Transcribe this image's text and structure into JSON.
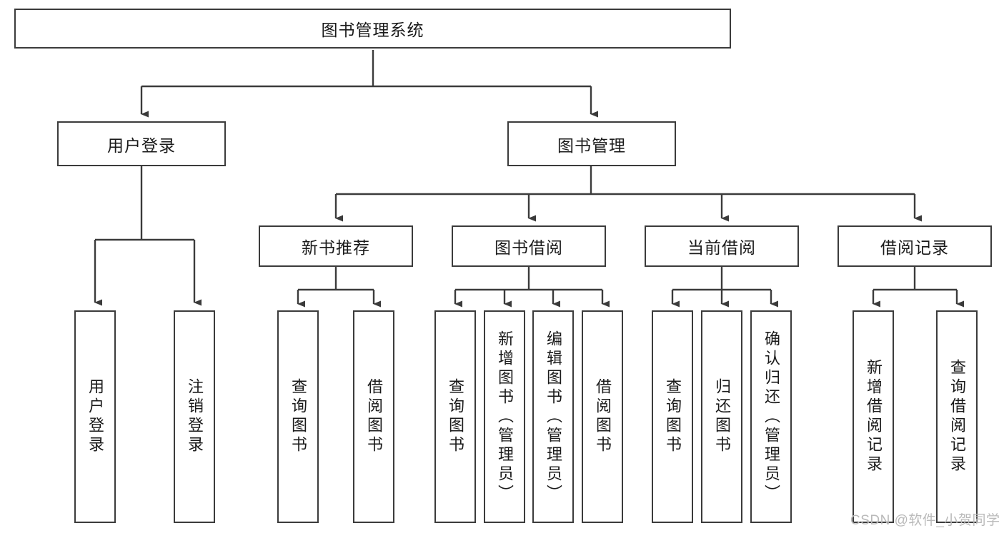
{
  "diagram": {
    "title": "图书管理系统",
    "type": "hierarchy-tree",
    "levels": 4,
    "colors": {
      "box_border": "#3b3b3b",
      "box_fill": "#ffffff",
      "connector": "#3b3b3b",
      "text": "#1a1a1a",
      "watermark": "#b9b9b9",
      "background": "#ffffff"
    },
    "root": {
      "label": "图书管理系统"
    },
    "level2": [
      {
        "label": "用户登录"
      },
      {
        "label": "图书管理"
      }
    ],
    "level3": [
      {
        "label": "新书推荐"
      },
      {
        "label": "图书借阅"
      },
      {
        "label": "当前借阅"
      },
      {
        "label": "借阅记录"
      }
    ],
    "leaves": {
      "user_login": [
        {
          "label": "用户登录"
        },
        {
          "label": "注销登录"
        }
      ],
      "new_book_recommend": [
        {
          "label": "查询图书"
        },
        {
          "label": "借阅图书"
        }
      ],
      "book_borrow": [
        {
          "label": "查询图书"
        },
        {
          "label": "新增图书（管理员）"
        },
        {
          "label": "编辑图书（管理员）"
        },
        {
          "label": "借阅图书"
        }
      ],
      "current_borrow": [
        {
          "label": "查询图书"
        },
        {
          "label": "归还图书"
        },
        {
          "label": "确认归还（管理员）"
        }
      ],
      "borrow_record": [
        {
          "label": "新增借阅记录"
        },
        {
          "label": "查询借阅记录"
        }
      ]
    }
  },
  "watermark": {
    "text": "CSDN @软件_小贺同学"
  }
}
